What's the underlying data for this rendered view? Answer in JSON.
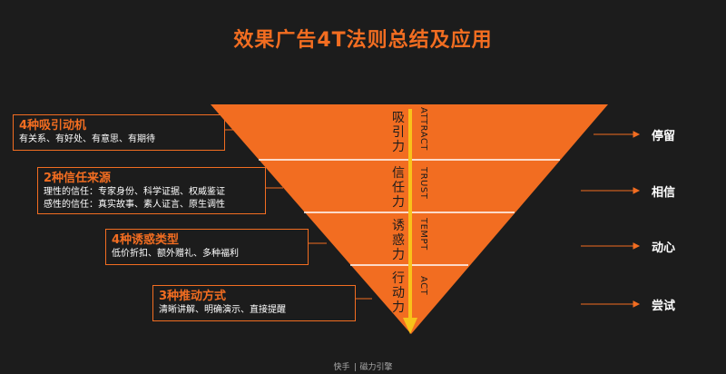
{
  "title": "效果广告4T法则总结及应用",
  "colors": {
    "accent": "#f26d21",
    "background": "#1c1c1c",
    "arrow": "#f8c21a"
  },
  "boxes": [
    {
      "heading": "4种吸引动机",
      "lines": [
        "有关系、有好处、有意思、有期待"
      ]
    },
    {
      "heading": "2种信任来源",
      "lines": [
        "理性的信任：专家身份、科学证据、权威鉴证",
        "感性的信任：真实故事、素人证言、原生调性"
      ]
    },
    {
      "heading": "4种诱惑类型",
      "lines": [
        "低价折扣、额外赠礼、多种福利"
      ]
    },
    {
      "heading": "3种推动方式",
      "lines": [
        "清晰讲解、明确演示、直接提醒"
      ]
    }
  ],
  "layers": [
    {
      "cn": [
        "吸",
        "引",
        "力"
      ],
      "en": "ATTRACT"
    },
    {
      "cn": [
        "信",
        "任",
        "力"
      ],
      "en": "TRUST"
    },
    {
      "cn": [
        "诱",
        "惑",
        "力"
      ],
      "en": "TEMPT"
    },
    {
      "cn": [
        "行",
        "动",
        "力"
      ],
      "en": "ACT"
    }
  ],
  "outcomes": [
    "停留",
    "相信",
    "动心",
    "尝试"
  ],
  "footer": {
    "brand1": "快手",
    "brand2": "磁力引擎"
  }
}
